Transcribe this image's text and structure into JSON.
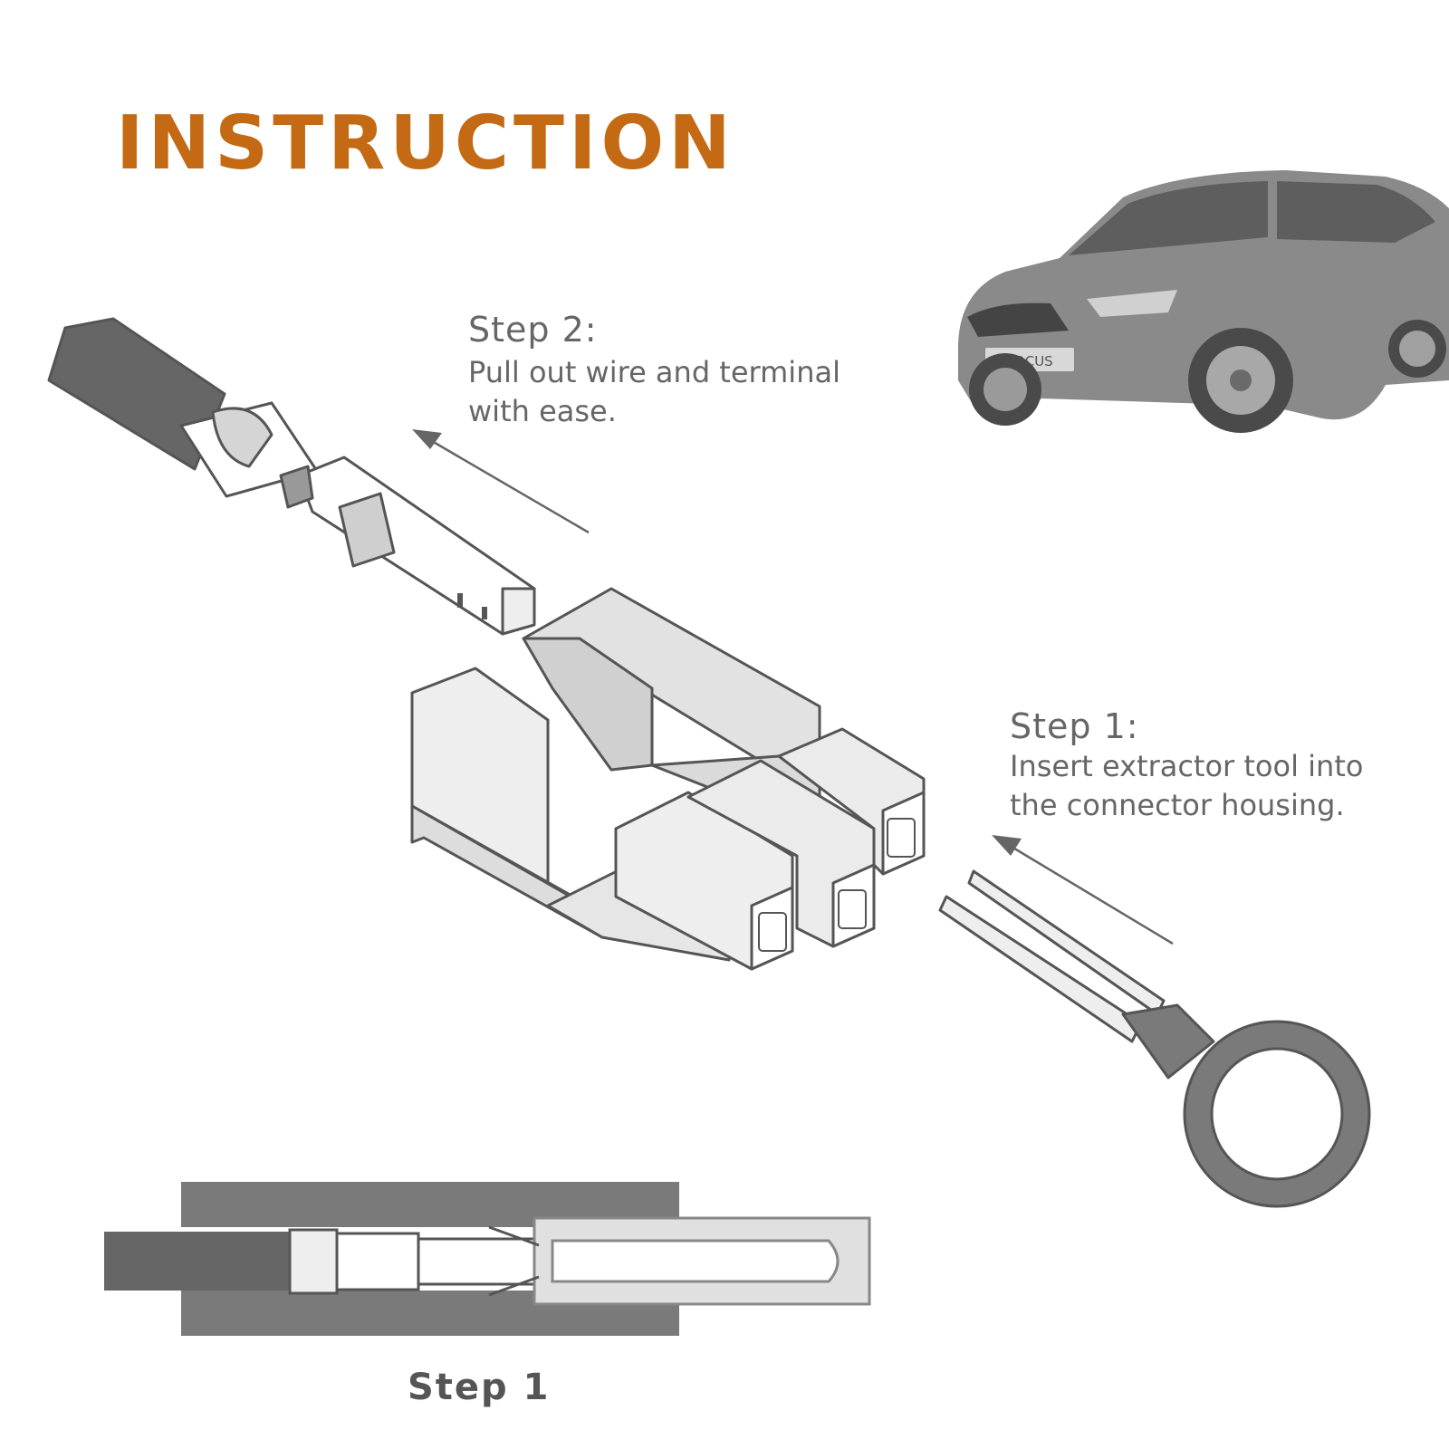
{
  "header": {
    "title": "INSTRUCTION"
  },
  "step2": {
    "heading": "Step 2:",
    "text": "Pull out wire and terminal\nwith ease."
  },
  "step1": {
    "heading": "Step 1:",
    "text": "Insert extractor tool into\nthe connector housing."
  },
  "bottom": {
    "label": "Step 1"
  },
  "car": {
    "plate": "FOCUS"
  },
  "colors": {
    "title": "#c46a14",
    "text": "#666666",
    "tool_ring": "#7a7a7a",
    "wire": "#666666"
  },
  "icons": [
    "car-image",
    "wire-terminal",
    "connector-housing",
    "extractor-tool",
    "cross-section"
  ]
}
